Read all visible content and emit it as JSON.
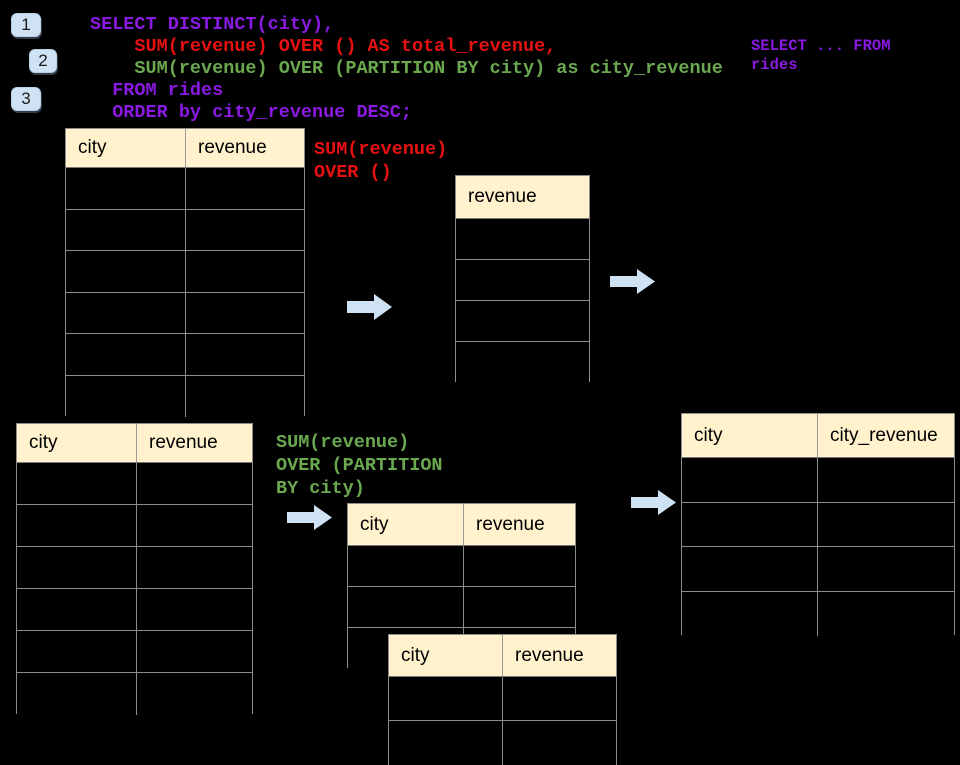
{
  "badges": [
    {
      "label": "1"
    },
    {
      "label": "2"
    },
    {
      "label": "3"
    }
  ],
  "sql_editor": {
    "lines": [
      {
        "text": "SELECT DISTINCT(city),",
        "color": "purple"
      },
      {
        "text": "    SUM(revenue) OVER () AS total_revenue,",
        "color": "red"
      },
      {
        "text": "    SUM(revenue) OVER (PARTITION BY city) as city_revenue",
        "color": "green"
      },
      {
        "text": "  FROM rides",
        "color": "purple"
      },
      {
        "text": "  ORDER by city_revenue DESC;",
        "color": "purple"
      }
    ]
  },
  "side_note": {
    "lines": [
      {
        "text": "SELECT ... FROM",
        "color": "purple"
      },
      {
        "text": "rides",
        "color": "purple"
      }
    ]
  },
  "label_total_revenue": {
    "lines": [
      {
        "text": "SUM(revenue)",
        "color": "red"
      },
      {
        "text": "OVER ()",
        "color": "red"
      }
    ]
  },
  "label_partition": {
    "lines": [
      {
        "text": "SUM(revenue)",
        "color": "green"
      },
      {
        "text": "OVER (PARTITION",
        "color": "green"
      },
      {
        "text": "BY city)",
        "color": "green"
      }
    ]
  },
  "tables": {
    "source_top": {
      "headers": [
        "city",
        "revenue"
      ],
      "row_count": 6
    },
    "total_revenue": {
      "headers": [
        "revenue"
      ],
      "row_count": 4
    },
    "source_bottom": {
      "headers": [
        "city",
        "revenue"
      ],
      "row_count": 6
    },
    "partition_mid": {
      "headers": [
        "city",
        "revenue"
      ],
      "row_count": 3
    },
    "partition_overlap": {
      "headers": [
        "city",
        "revenue"
      ],
      "row_count": 2
    },
    "result_right": {
      "headers": [
        "city",
        "city_revenue"
      ],
      "row_count": 4
    }
  },
  "colors": {
    "background": "#000000",
    "table_header_fill": "#fff2cc",
    "table_border": "#8d8d8d",
    "badge_fill": "#cfe2f3",
    "arrow_fill": "#cfe2f3",
    "sql_purple": "#8a1ae2",
    "sql_red": "#e81111",
    "sql_green": "#6aa84f"
  }
}
